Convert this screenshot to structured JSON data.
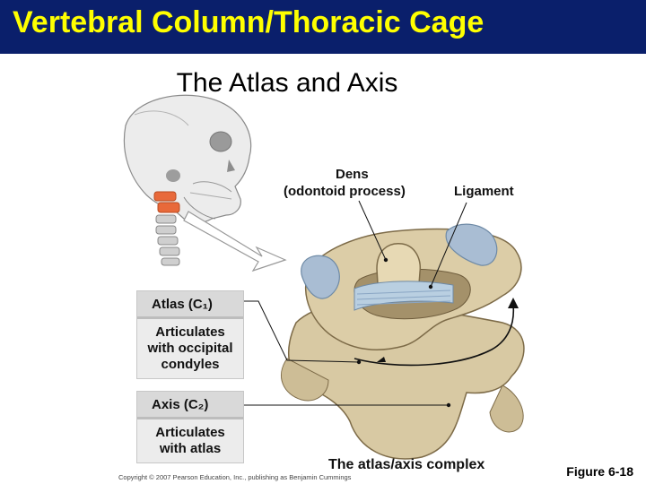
{
  "slide": {
    "title": "Vertebral Column/Thoracic Cage",
    "subtitle": "The Atlas and Axis",
    "figure_label": "Figure 6-18",
    "copyright": "Copyright © 2007 Pearson Education, Inc., publishing as Benjamin Cummings"
  },
  "diagram": {
    "label_dens": "Dens",
    "label_odontoid": "(odontoid process)",
    "label_ligament": "Ligament",
    "caption": "The atlas/axis complex",
    "atlas_card": {
      "heading": "Atlas (C₁)",
      "body": "Articulates\nwith occipital\ncondyles"
    },
    "axis_card": {
      "heading": "Axis (C₂)",
      "body": "Articulates\nwith atlas"
    }
  },
  "colors": {
    "title_bar": "#0a1f6b",
    "title_text": "#ffff00",
    "bone": "#d8c9a3",
    "cartilage": "#9fb3c8",
    "highlight_vertebrae": "#e8693a"
  }
}
